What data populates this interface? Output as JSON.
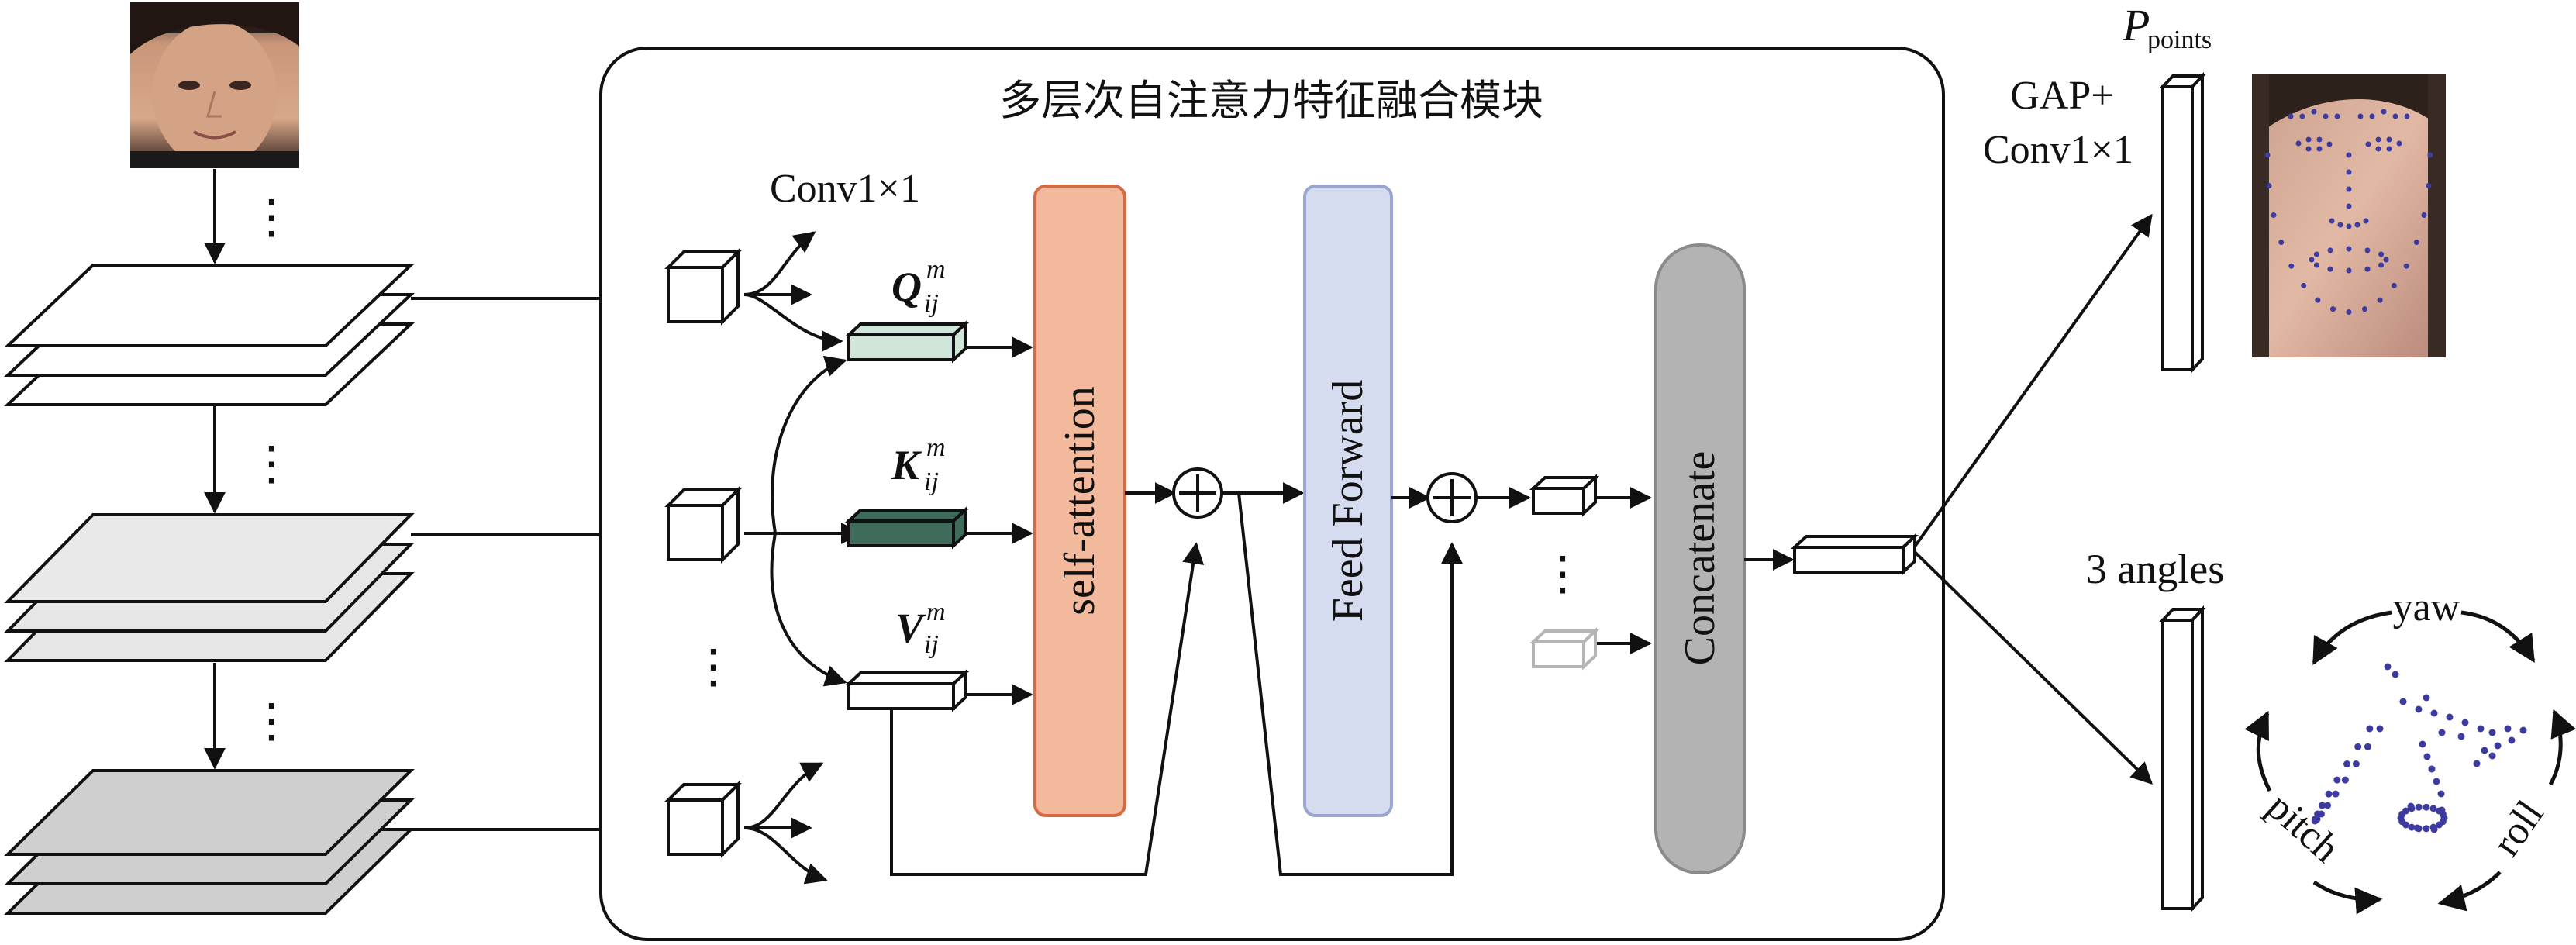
{
  "module": {
    "title": "多层次自注意力特征融合模块",
    "conv_label": "Conv1×1",
    "q_label": "Q",
    "k_label": "K",
    "v_label": "V",
    "qkv_superscript": "m",
    "qkv_subscript": "ij",
    "self_attention_label": "self-attention",
    "feed_forward_label": "Feed Forward",
    "concatenate_label": "Concatenate",
    "plus_symbol": "+"
  },
  "head": {
    "gap_label_line1": "GAP+",
    "gap_label_line2": "Conv1×1",
    "p_label": "P",
    "p_subscript": "points",
    "angles_label": "3 angles",
    "yaw_label": "yaw",
    "pitch_label": "pitch",
    "roll_label": "roll"
  },
  "ellipsis": "⋮",
  "colors": {
    "q_box": "#cfe6d8",
    "k_box": "#3e6b5a",
    "self_attention_fill": "#f2b99d",
    "self_attention_stroke": "#d46b45",
    "feed_forward_fill": "#d6dcef",
    "feed_forward_stroke": "#9aa6d0",
    "concatenate_fill": "#b3b3b3",
    "layer_light": "#e9e9e9",
    "layer_mid": "#cfcfcf",
    "landmark_dot": "#3d3aa0"
  }
}
